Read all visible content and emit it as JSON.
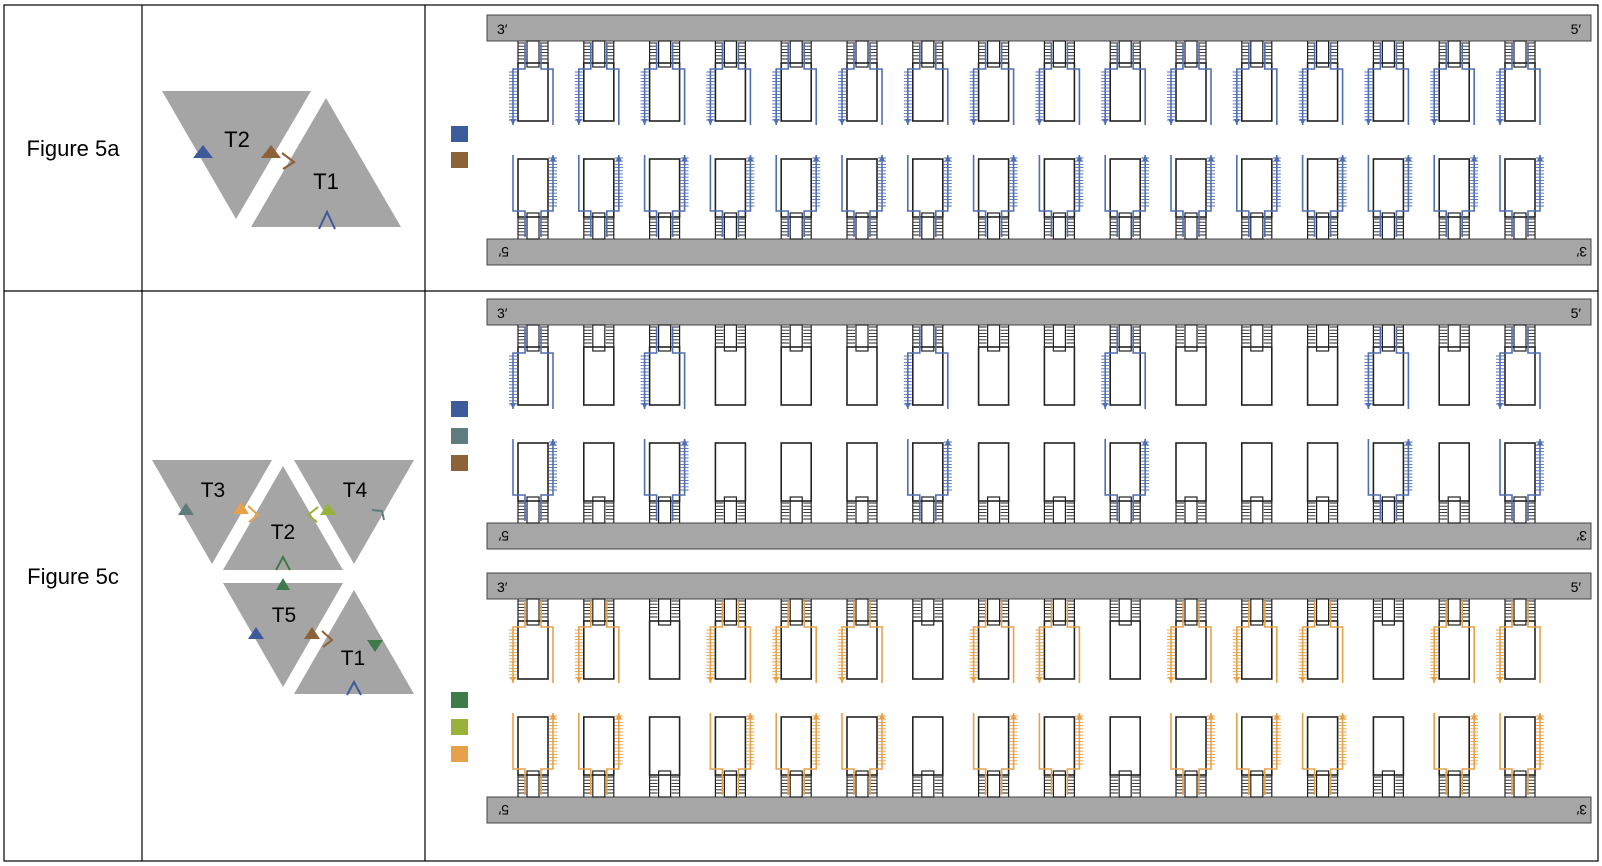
{
  "rows": [
    {
      "figure_label": "Figure 5a",
      "tiles": [
        "T2",
        "T1"
      ],
      "legend_colors": [
        "#3d5a9a",
        "#8c6239"
      ],
      "panels": [
        {
          "top_left": "3′",
          "top_right": "5′",
          "bottom_left": "5′",
          "bottom_right": "3′",
          "hairpin_color": "#4f6fb5",
          "top_pattern": [
            1,
            1,
            1,
            1,
            1,
            1,
            1,
            1,
            1,
            1,
            1,
            1,
            1,
            1,
            1,
            1
          ],
          "bottom_pattern": [
            1,
            1,
            1,
            1,
            1,
            1,
            1,
            1,
            1,
            1,
            1,
            1,
            1,
            1,
            1,
            1
          ]
        }
      ]
    },
    {
      "figure_label": "Figure 5c",
      "tiles": [
        "T3",
        "T4",
        "T2",
        "T5",
        "T1"
      ],
      "legend_colors": [
        "#3d5a9a",
        "#5f7b7b",
        "#8c6239",
        "#3e7a4a",
        "#9ab23a",
        "#e8a14b"
      ],
      "panels": [
        {
          "top_left": "3′",
          "top_right": "5′",
          "bottom_left": "5′",
          "bottom_right": "3′",
          "hairpin_color": "#4f6fb5",
          "top_pattern": [
            1,
            0,
            1,
            0,
            0,
            0,
            1,
            0,
            0,
            1,
            0,
            0,
            0,
            1,
            0,
            1
          ],
          "bottom_pattern": [
            1,
            0,
            1,
            0,
            0,
            0,
            1,
            0,
            0,
            1,
            0,
            0,
            0,
            1,
            0,
            1
          ]
        },
        {
          "top_left": "3′",
          "top_right": "5′",
          "bottom_left": "5′",
          "bottom_right": "3′",
          "hairpin_color": "#e8a14b",
          "top_pattern": [
            1,
            1,
            0,
            1,
            1,
            1,
            0,
            1,
            1,
            0,
            1,
            1,
            1,
            0,
            1,
            1
          ],
          "bottom_pattern": [
            1,
            1,
            0,
            1,
            1,
            1,
            0,
            1,
            1,
            0,
            1,
            1,
            1,
            0,
            1,
            1
          ]
        }
      ]
    }
  ]
}
